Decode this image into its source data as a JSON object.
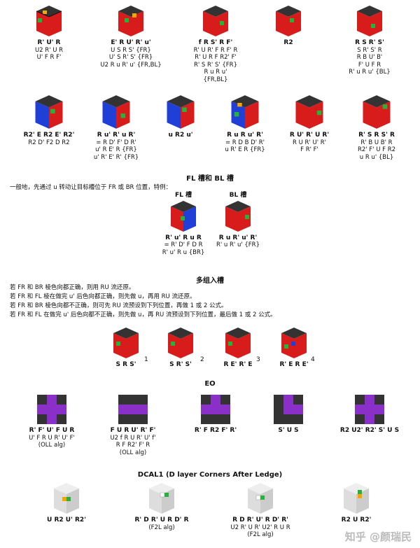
{
  "row1": [
    {
      "main": "R' U' R",
      "lines": [
        "U2 R' U R",
        "U' F R F'"
      ]
    },
    {
      "main": "E' R U' R' u'",
      "lines": [
        "U S R S' {FR}",
        "U' S R' S' {FR}",
        "U2 R u R' u' {FR,BL}"
      ]
    },
    {
      "main": "f R S' R F'",
      "lines": [
        "R' U R' F R F' R",
        "R' U R F R2' F'",
        "R' S R' S' {FR}",
        "R u R u'",
        "{FR,BL}"
      ]
    },
    {
      "main": "R2",
      "lines": []
    },
    {
      "main": "R S R' S'",
      "lines": [
        "S R' S' R",
        "R B U' B'",
        "F' U F R",
        "R' u R u' {BL}"
      ]
    }
  ],
  "row2": [
    {
      "main": "R2' E R2 E' R2'",
      "lines": [
        "R2 D' F2 D R2"
      ]
    },
    {
      "main": "R u' R' u R'",
      "lines": [
        "= R D' F' D R'",
        "u' R E' R {FR}",
        "u' R' E' R' {FR}"
      ]
    },
    {
      "main": "u R2 u'",
      "lines": []
    },
    {
      "main": "R u R u' R'",
      "lines": [
        "= R D B D' R'",
        "u R' E R {FR}"
      ]
    },
    {
      "main": "R U' R' U R'",
      "lines": [
        "R U R' U' R'",
        "F R' F'"
      ]
    },
    {
      "main": "R' S R S' R",
      "lines": [
        "R' B U B' R",
        "R2' F' U F R2",
        "u R u' {BL}"
      ]
    }
  ],
  "fl": {
    "title": "FL 槽和 BL 槽",
    "intro": "一般地，先通过 u 转动让目标槽位于 FR 或 BR 位置，特例：",
    "cases": [
      {
        "label": "FL 槽",
        "main": "R' u' R u R",
        "lines": [
          "= R' D' F D R",
          "R' u' R u {BR}"
        ]
      },
      {
        "label": "BL 槽",
        "main": "R u R' u' R'",
        "lines": [
          "R' u R' u' {FR}"
        ]
      }
    ]
  },
  "multi": {
    "title": "多组入槽",
    "lines": [
      "若 FR 和 BR 棱色向都正确，则用 RU 流还原。",
      "若 FR 和 FL 棱在做完 u' 后色向都正确，则先做 u，再用 RU 流还原。",
      "若 FR 和 BR 棱色向都不正确，则可先 RU 流预设到下列位置，再做 1 或 2 公式。",
      "若 FR 和 FL 在做完 u' 后色向都不正确，则先做 u，再 RU 流预设到下列位置，最后做 1 或 2 公式。"
    ],
    "cases": [
      {
        "main": "S R S'",
        "num": "1"
      },
      {
        "main": "S R' S'",
        "num": "2"
      },
      {
        "main": "R E' R' E",
        "num": "3"
      },
      {
        "main": "R' E R E'",
        "num": "4"
      }
    ]
  },
  "eo": {
    "title": "EO",
    "cases": [
      {
        "main": "R' F' U' F U R",
        "lines": [
          "U' F R U R' U' F'",
          "(OLL alg)"
        ]
      },
      {
        "main": "F U R U' R' F'",
        "lines": [
          "U2 f R U R' U' f'",
          "R F R2' F' R",
          "(OLL alg)"
        ]
      },
      {
        "main": "R' F R2 F' R'",
        "lines": []
      },
      {
        "main": "S' U S",
        "lines": []
      },
      {
        "main": "R2 U2' R2' S' U S",
        "lines": []
      }
    ]
  },
  "dcal": {
    "title": "DCAL1 (D layer Corners After Ledge)",
    "cases": [
      {
        "main": "U R2 U' R2'",
        "lines": []
      },
      {
        "main": "R' D R' U R D' R",
        "lines": [
          "(F2L alg)"
        ]
      },
      {
        "main": "R D R' U' R D' R'",
        "lines": [
          "U2 R' U R' U2' R U R",
          "(F2L alg)"
        ]
      },
      {
        "main": "R2 U R2'",
        "lines": []
      }
    ]
  },
  "watermark": "知乎 @颜瑞民",
  "colors": {
    "red": "#d81b1b",
    "green": "#27b23a",
    "yellow": "#f7a600",
    "blue": "#1f3fd6",
    "purple": "#8b2fc9",
    "dark": "#333333",
    "grey": "#dddddd"
  }
}
